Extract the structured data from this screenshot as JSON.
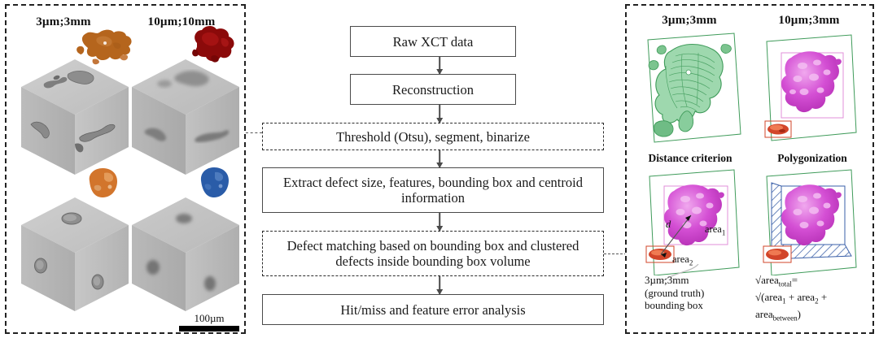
{
  "figure": {
    "type": "scientific-workflow-diagram",
    "panels": [
      "xct-cube-renderings",
      "processing-flowchart",
      "defect-matching-criteria"
    ]
  },
  "left_panel": {
    "column_headers": [
      {
        "label": "3µm;3mm"
      },
      {
        "label": "10µm;10mm"
      }
    ],
    "cubes": [
      {
        "name": "cube-3um-irregular",
        "row": 0,
        "col": 0,
        "defect_type": "irregular-crack",
        "defect_count": 4
      },
      {
        "name": "cube-10um-irregular",
        "row": 0,
        "col": 1,
        "defect_type": "irregular-crack-blurred",
        "defect_count": 3
      },
      {
        "name": "cube-3um-spherical",
        "row": 1,
        "col": 0,
        "defect_type": "spherical-pore",
        "defect_count": 3
      },
      {
        "name": "cube-10um-spherical",
        "row": 1,
        "col": 1,
        "defect_type": "spherical-pore-blurred",
        "defect_count": 3
      }
    ],
    "blobs": [
      {
        "name": "blob-irregular-orange",
        "color": "#b5651d",
        "shape": "irregular"
      },
      {
        "name": "blob-irregular-darkred",
        "color": "#8b0a0a",
        "shape": "irregular"
      },
      {
        "name": "blob-spherical-orange",
        "color": "#d2752c",
        "shape": "spheroid"
      },
      {
        "name": "blob-spherical-blue",
        "color": "#2a5ca8",
        "shape": "spheroid"
      }
    ],
    "scalebar": {
      "label": "100µm"
    }
  },
  "flowchart": {
    "steps": [
      {
        "id": "raw-xct-data",
        "label": "Raw XCT data",
        "border": "solid"
      },
      {
        "id": "reconstruction",
        "label": "Reconstruction",
        "border": "solid"
      },
      {
        "id": "threshold-segment-binarize",
        "label": "Threshold (Otsu), segment, binarize",
        "border": "dashed"
      },
      {
        "id": "extract-defect-info",
        "label": "Extract defect size, features, bounding box and centroid information",
        "border": "solid"
      },
      {
        "id": "defect-matching",
        "label": "Defect matching based on bounding box and clustered defects inside bounding box volume",
        "border": "dashed"
      },
      {
        "id": "hit-miss-analysis",
        "label": "Hit/miss and feature error analysis",
        "border": "solid"
      }
    ]
  },
  "right_panel": {
    "headers": [
      {
        "label": "3µm;3mm"
      },
      {
        "label": "10µm;3mm"
      },
      {
        "label": "Distance criterion"
      },
      {
        "label": "Polygonization"
      }
    ],
    "scenes": [
      {
        "name": "scene-ground-truth-mesh",
        "mesh_color": "#4a9c5d",
        "bbox_color": "#3f9b5a"
      },
      {
        "name": "scene-coarse-blob",
        "mesh_color": "#d44fd4",
        "bbox_color": "#3f9b5a",
        "inner_box_color": "#e08fd8",
        "small_defect_color": "#d2452a"
      },
      {
        "name": "scene-distance-criterion",
        "mesh_color": "#d44fd4",
        "bbox_color": "#3f9b5a",
        "inner_box_color": "#e08fd8",
        "small_defect_color": "#d2452a"
      },
      {
        "name": "scene-polygonization",
        "mesh_color": "#d44fd4",
        "bbox_color": "#3f9b5a",
        "hatch_color": "#3a5fa8",
        "small_defect_color": "#d2452a"
      }
    ],
    "distance_labels": {
      "distance": "d",
      "area_one": "area",
      "area_one_sub": "1",
      "area_two": "area",
      "area_two_sub": "2"
    },
    "captions": {
      "ground_truth": {
        "line1": "3µm;3mm",
        "line2": "(ground truth)",
        "line3": "bounding box"
      },
      "polygonization": {
        "line1_pre": "√area",
        "line1_sub": "total",
        "line1_post": "=",
        "line2_pre": "√(area",
        "line2_sub1": "1",
        "line2_mid": " + area",
        "line2_sub2": "2",
        "line2_post": " +",
        "line3_pre": "area",
        "line3_sub": "between",
        "line3_post": ")"
      }
    }
  }
}
